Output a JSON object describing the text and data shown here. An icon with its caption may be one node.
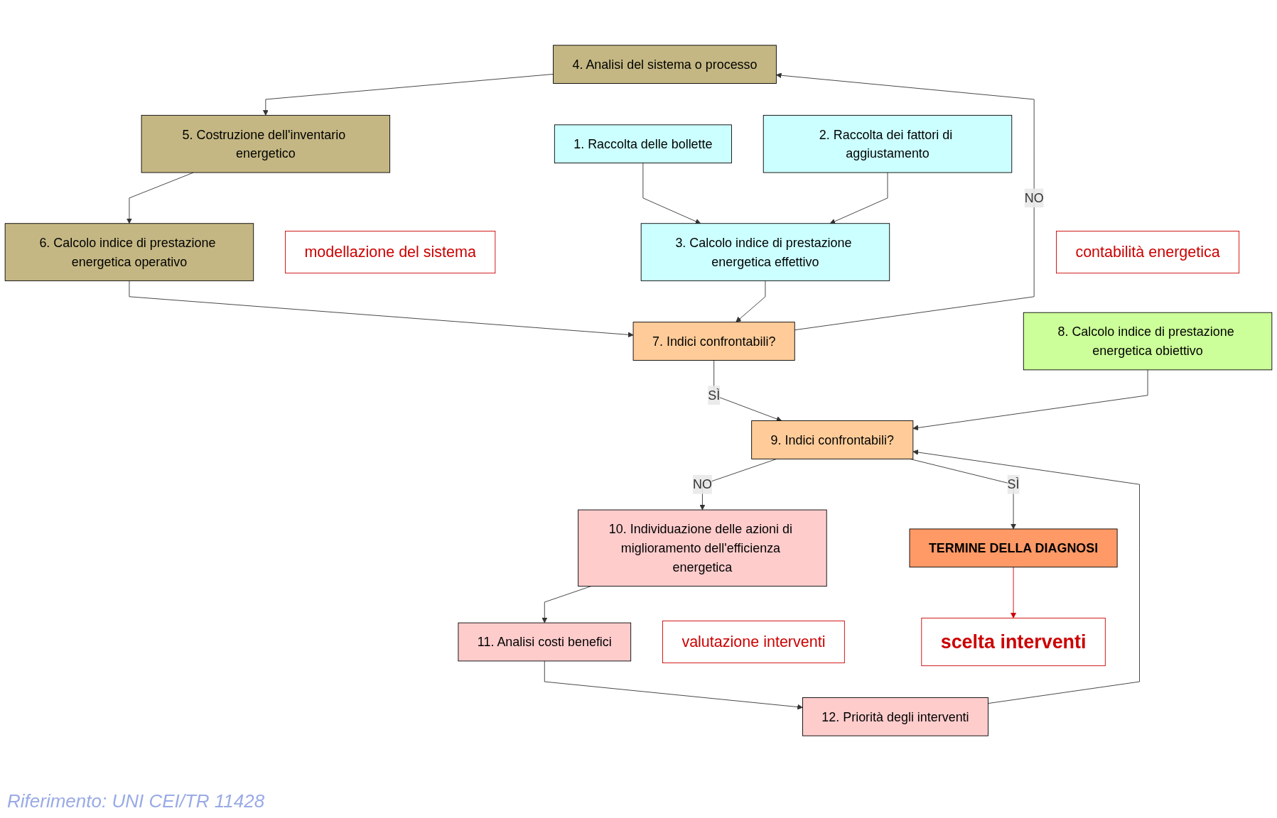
{
  "diagram": {
    "caption": "Riferimento: UNI CEI/TR 11428",
    "nodes": [
      {
        "text": [
          "4. Analisi del sistema o processo"
        ]
      },
      {
        "text": [
          "5. Costruzione dell'inventario energetico"
        ]
      },
      {
        "text": [
          "6. Calcolo indice di prestazione energetica operativo"
        ]
      },
      {
        "text": [
          "modellazione del sistema"
        ]
      },
      {
        "text": [
          "1. Raccolta delle bollette"
        ]
      },
      {
        "text": [
          "2. Raccolta dei fattori di aggiustamento"
        ]
      },
      {
        "text": [
          "3. Calcolo indice di prestazione energetica effettivo"
        ]
      },
      {
        "text": [
          "contabilità energetica"
        ]
      },
      {
        "text": [
          "7. Indici confrontabili?"
        ]
      },
      {
        "text": [
          "8. Calcolo indice di prestazione energetica obiettivo"
        ]
      },
      {
        "text": [
          "9. Indici confrontabili?"
        ]
      },
      {
        "text": [
          "TERMINE DELLA DIAGNOSI"
        ]
      },
      {
        "text": [
          "10. Individuazione delle azioni di miglioramento dell'efficienza energetica"
        ]
      },
      {
        "text": [
          "11. Analisi costi benefici"
        ]
      },
      {
        "text": [
          "12. Priorità degli interventi"
        ]
      },
      {
        "text": [
          "valutazione interventi"
        ]
      },
      {
        "text": [
          "scelta interventi"
        ]
      }
    ],
    "edges": [
      {
        "from": 0,
        "to": 1,
        "arrow": "to"
      },
      {
        "from": 1,
        "to": 2,
        "arrow": "to"
      },
      {
        "from": 4,
        "to": 6,
        "arrow": "to"
      },
      {
        "from": 5,
        "to": 6,
        "arrow": "to"
      },
      {
        "from": 2,
        "to": 8,
        "arrow": "to"
      },
      {
        "from": 6,
        "to": 8,
        "arrow": "to"
      },
      {
        "from": 8,
        "to": 0,
        "arrow": "to",
        "label": "NO"
      },
      {
        "from": 8,
        "to": 10,
        "arrow": "to",
        "label": "SÌ"
      },
      {
        "from": 9,
        "to": 10,
        "arrow": "to"
      },
      {
        "from": 10,
        "to": 11,
        "arrow": "to",
        "label": "SÌ"
      },
      {
        "from": 10,
        "to": 12,
        "arrow": "to",
        "label": "NO"
      },
      {
        "from": 12,
        "to": 13,
        "arrow": "to"
      },
      {
        "from": 13,
        "to": 14,
        "arrow": "to"
      },
      {
        "from": 14,
        "to": 10,
        "arrow": "to"
      },
      {
        "from": 11,
        "to": 16,
        "arrow": "to",
        "color": "#cc0000"
      }
    ]
  }
}
